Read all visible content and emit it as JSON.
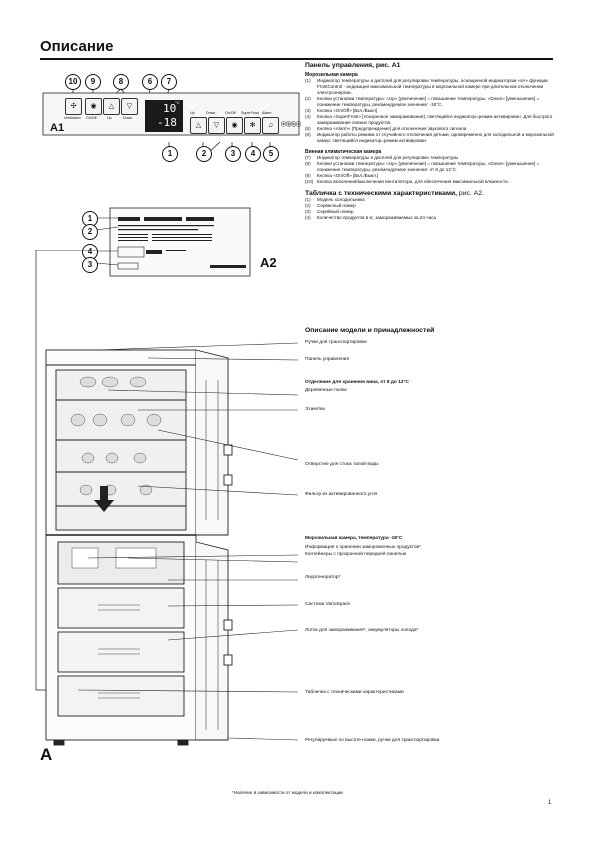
{
  "header": {
    "title": "Описание"
  },
  "panel_section": {
    "title": "Панель управления, рис. А1",
    "freezer_title": "Морозильная камера",
    "freezer_items": [
      {
        "n": "(1)",
        "text": "Индикатор температуры и дисплей для регулировки температуры, оснащенной индикатором «sA» функции FrostControl - индикация максимальной температуры в морозильной камере при длительном отключении электроэнергии."
      },
      {
        "n": "(2)",
        "text": "Кнопки установки температуры: «Up» [увеличение] = повышение температуры, «Down» [уменьшение] = понижение температуры, рекомендуемое значение: -18°C."
      },
      {
        "n": "(3)",
        "text": "Кнопка «On/Off» [Вкл./Выкл]"
      },
      {
        "n": "(4)",
        "text": "Кнопка «SuperFrost» [Ускоренное замораживание]; светящийся индикатор=режим активирован. Для быстрого замораживания свежих продуктов."
      },
      {
        "n": "(5)",
        "text": "Кнопка «Alarm» [Предупреждение] для отключения звукового сигнала"
      },
      {
        "n": "(6)",
        "text": "Индикатор работы режима от случайного отключения детьми, одновременно для холодильной и морозильной камер: светящийся индикатор=режим активирован"
      }
    ],
    "wine_title": "Винная климатическая камера",
    "wine_items": [
      {
        "n": "(7)",
        "text": "Индикатор температуры и дисплей для регулировки температуры"
      },
      {
        "n": "(8)",
        "text": "Кнопки установки температуры: «Up» [увеличение] = повышение температуры, «Down» [уменьшение] = понижение температуры, рекомендуемое значение: от 8 до 12°C."
      },
      {
        "n": "(9)",
        "text": "Кнопка «On/Off» [Вкл./Выкл.]"
      },
      {
        "n": "(10)",
        "text": "Кнопка включения/выключения вентилятора, для обеспечения максимальной влажности."
      }
    ]
  },
  "plate_section": {
    "title_bold": "Табличка с техническими характеристиками,",
    "title_rest": " рис. А2.",
    "items": [
      {
        "n": "(1)",
        "text": "Модель холодильника"
      },
      {
        "n": "(2)",
        "text": "Сервисный номер"
      },
      {
        "n": "(3)",
        "text": "Серийный номер"
      },
      {
        "n": "(4)",
        "text": "Количество продуктов в кг, замораживаемых за 24 часа"
      }
    ]
  },
  "model_section": {
    "title": "Описание модели и принадлежностей",
    "labels": [
      {
        "id": "handles-top",
        "text": "Ручки для транспортировки"
      },
      {
        "id": "control-panel",
        "text": "Панель управления"
      },
      {
        "id": "wine-header",
        "text": "Отделение для хранения вина, от 8 до 12°C",
        "bold": true
      },
      {
        "id": "wooden-shelves",
        "text": "Деревянные полки"
      },
      {
        "id": "labels",
        "text": "Этикетки"
      },
      {
        "id": "drain-hole",
        "text": "Отверстие для стока талой воды"
      },
      {
        "id": "carbon-filter",
        "text": "Фильтр из активированного угля"
      },
      {
        "id": "freezer-header",
        "text": "Морозильная камера, температура -18°C",
        "bold": true
      },
      {
        "id": "info-storage",
        "text": "Информация о хранении замороженных продуктов*"
      },
      {
        "id": "containers",
        "text": "Контейнеры с прозрачной передней панелью"
      },
      {
        "id": "ice-maker",
        "text": "Ледогенератор*"
      },
      {
        "id": "varispace",
        "text": "Система VarioSpace"
      },
      {
        "id": "freezing-tray",
        "text": "Лоток для замораживания*, аккумуляторы холода*"
      },
      {
        "id": "rating-plate",
        "text": "Табличка с техническими характеристиками"
      },
      {
        "id": "feet",
        "text": "Регулируемые по высоте ножки, ручки для транспортировки"
      }
    ]
  },
  "figure_labels": {
    "a1": "А1",
    "a2": "А2",
    "a": "А"
  },
  "panel_callouts": [
    "10",
    "9",
    "8",
    "6",
    "7",
    "1",
    "2",
    "3",
    "4",
    "5"
  ],
  "plate_callouts": [
    "1",
    "2",
    "4",
    "3"
  ],
  "panel_display": {
    "wine_temp": "10",
    "freezer_temp": "-18",
    "unit": "°C"
  },
  "panel_captions": {
    "ventilation": "Ventilation",
    "on_off": "On/Off",
    "up": "Up",
    "down": "Down",
    "up2": "Up",
    "down2": "Down",
    "on_off2": "On/Off",
    "superfrost": "SuperFrost",
    "alarm": "Alarm"
  },
  "footnote": "*Наличие в зависимости от модели и комплектации",
  "page_number": "1"
}
